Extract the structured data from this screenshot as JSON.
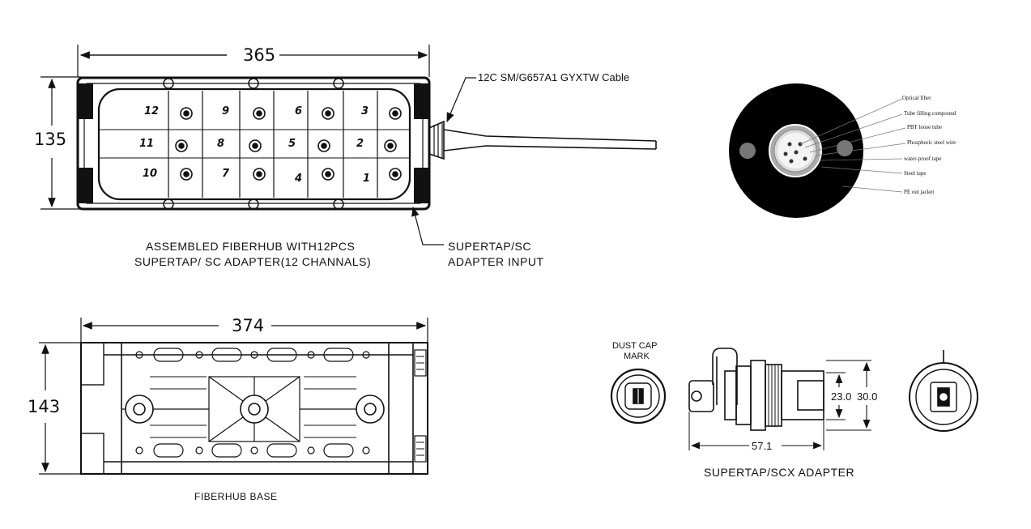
{
  "fiberhub": {
    "width_dim": "365",
    "height_dim": "135",
    "cable_label": "12C SM/G657A1 GYXTW Cable",
    "caption_line1": "ASSEMBLED FIBERHUB WITH12PCS",
    "caption_line2": "SUPERTAP/ SC ADAPTER(12 CHANNALS)",
    "input_line1": "SUPERTAP/SC",
    "input_line2": "ADAPTER INPUT",
    "port_numbers": [
      "12",
      "9",
      "6",
      "3",
      "11",
      "8",
      "5",
      "2",
      "10",
      "7",
      "4",
      "1"
    ]
  },
  "cable_section": {
    "labels": [
      "Optical fiber",
      "Tube filling compound",
      "PBT loose tube",
      "Phosphoric steel wire",
      "water-proof tape",
      "Steel tape",
      "PE out jacket"
    ]
  },
  "base": {
    "width_dim": "374",
    "height_dim": "143",
    "caption": "FIBERHUB BASE"
  },
  "adapter": {
    "dust_cap_line1": "DUST CAP",
    "dust_cap_line2": "MARK",
    "dim_inner": "23.0",
    "dim_outer": "30.0",
    "dim_length": "57.1",
    "caption": "SUPERTAP/SCX ADAPTER"
  },
  "colors": {
    "line": "#111111",
    "fill_dark": "#000000",
    "fill_gray": "#9a9a9a"
  }
}
